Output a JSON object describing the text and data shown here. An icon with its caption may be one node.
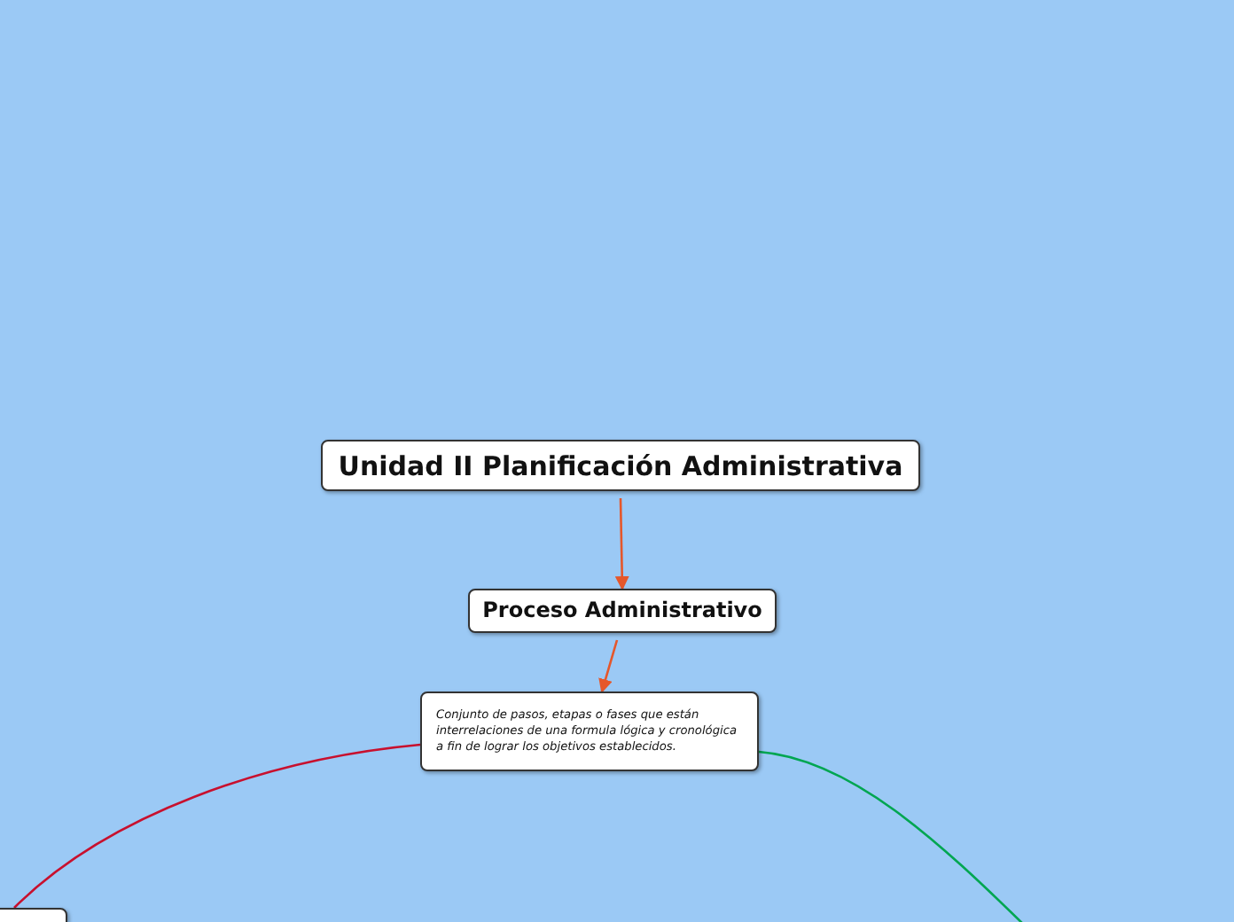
{
  "diagram": {
    "nodes": [
      {
        "text": [
          "Unidad II Planificación Administrativa"
        ]
      },
      {
        "text": [
          "Proceso Administrativo"
        ]
      },
      {
        "text": [
          "Conjunto de pasos, etapas o fases que están interrelaciones de una formula lógica y cronológica a fin de lograr los objetivos establecidos."
        ]
      },
      {
        "text": [],
        "shape": "box"
      }
    ],
    "edges": [
      {
        "from": 0,
        "to": 1,
        "arrow": "to",
        "color": "#e5572b"
      },
      {
        "from": 1,
        "to": 2,
        "arrow": "to",
        "color": "#e5572b"
      },
      {
        "from": 2,
        "to": 3,
        "arrow": "none",
        "color": "#c8102e"
      },
      {
        "from": 2,
        "to": null,
        "arrow": "none",
        "color": "#00a651"
      }
    ]
  }
}
